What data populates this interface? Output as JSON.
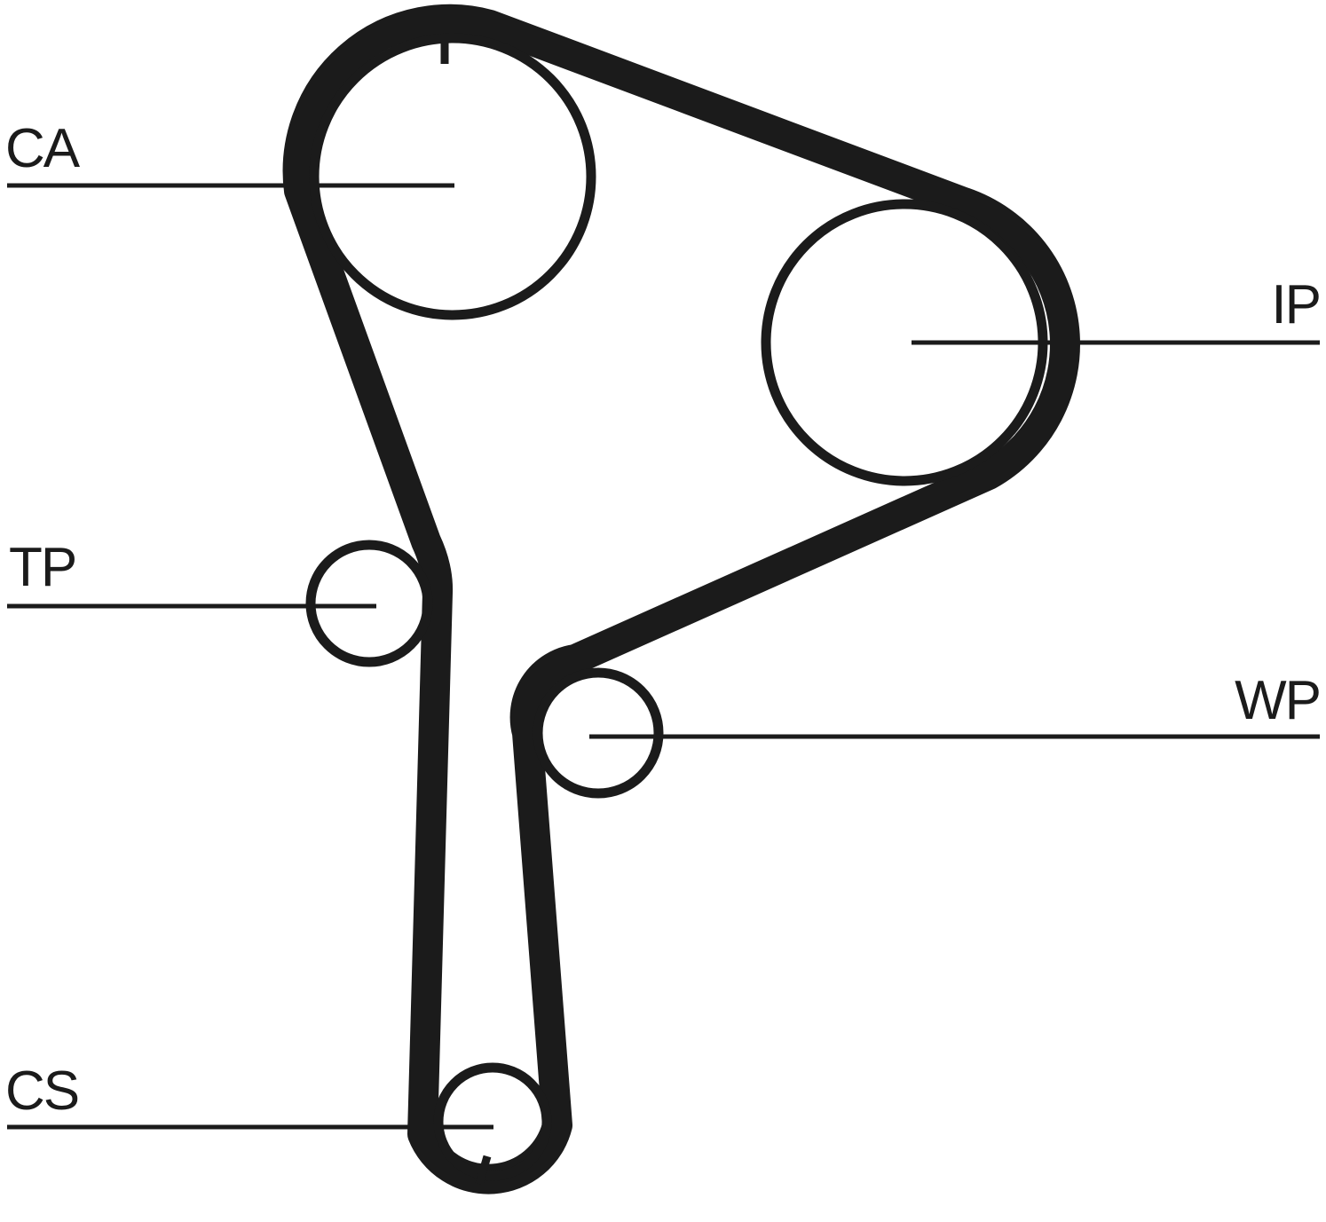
{
  "diagram": {
    "labels": {
      "ca": "CA",
      "ip": "IP",
      "tp": "TP",
      "wp": "WP",
      "cs": "CS"
    },
    "line_color": "#1b1b1b",
    "background": "#ffffff"
  }
}
